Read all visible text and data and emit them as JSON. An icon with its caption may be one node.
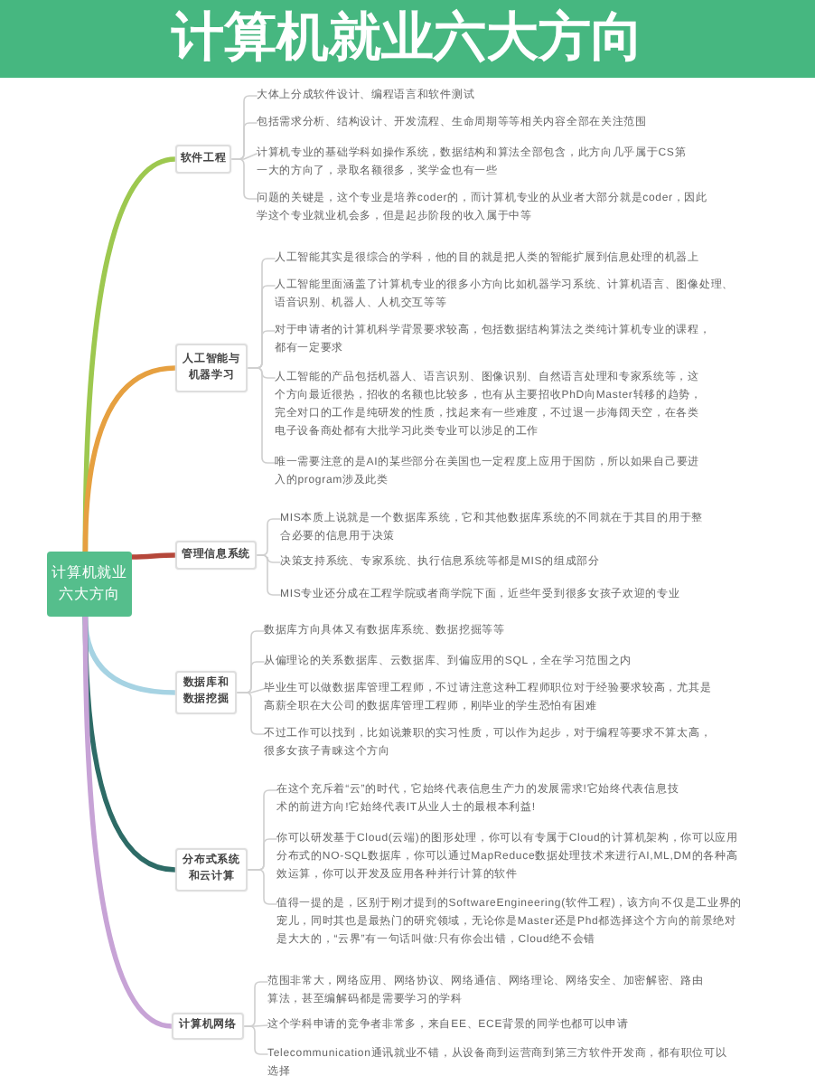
{
  "diagram": {
    "title": "计算机就业六大方向",
    "nodes": [
      {
        "text": [
          "计算机就业六大方向"
        ]
      },
      {
        "text": [
          "软件工程"
        ]
      },
      {
        "text": [
          "大体上分成软件设计、编程语言和软件测试"
        ]
      },
      {
        "text": [
          "包括需求分析、结构设计、开发流程、生命周期等等相关内容全部在关注范围"
        ]
      },
      {
        "text": [
          "计算机专业的基础学科如操作系统，数据结构和算法全部包含，此方向几乎属于CS第一大的方向了，录取名额很多，奖学金也有一些"
        ]
      },
      {
        "text": [
          "问题的关键是，这个专业是培养coder的，而计算机专业的从业者大部分就是coder，因此学这个专业就业机会多，但是起步阶段的收入属于中等"
        ]
      },
      {
        "text": [
          "人工智能与机器学习"
        ]
      },
      {
        "text": [
          "人工智能其实是很综合的学科，他的目的就是把人类的智能扩展到信息处理的机器上"
        ]
      },
      {
        "text": [
          "人工智能里面涵盖了计算机专业的很多小方向比如机器学习系统、计算机语言、图像处理、语音识别、机器人、人机交互等等"
        ]
      },
      {
        "text": [
          "对于申请者的计算机科学背景要求较高，包括数据结构算法之类纯计算机专业的课程，都有一定要求"
        ]
      },
      {
        "text": [
          "人工智能的产品包括机器人、语言识别、图像识别、自然语言处理和专家系统等，这个方向最近很热，招收的名额也比较多，也有从主要招收PhD向Master转移的趋势，完全对口的工作是纯研发的性质，找起来有一些难度，不过退一步海阔天空，在各类电子设备商处都有大批学习此类专业可以涉足的工作"
        ]
      },
      {
        "text": [
          "唯一需要注意的是AI的某些部分在美国也一定程度上应用于国防，所以如果自己要进入的program涉及此类"
        ]
      },
      {
        "text": [
          "管理信息系统"
        ]
      },
      {
        "text": [
          "MIS本质上说就是一个数据库系统，它和其他数据库系统的不同就在于其目的用于整合必要的信息用于决策"
        ]
      },
      {
        "text": [
          "决策支持系统、专家系统、执行信息系统等都是MIS的组成部分"
        ]
      },
      {
        "text": [
          "MIS专业还分成在工程学院或者商学院下面，近些年受到很多女孩子欢迎的专业"
        ]
      },
      {
        "text": [
          "数据库和数据挖掘"
        ]
      },
      {
        "text": [
          "数据库方向具体又有数据库系统、数据挖掘等等"
        ]
      },
      {
        "text": [
          "从偏理论的关系数据库、云数据库、到偏应用的SQL，全在学习范围之内"
        ]
      },
      {
        "text": [
          "毕业生可以做数据库管理工程师，不过请注意这种工程师职位对于经验要求较高，尤其是高薪全职在大公司的数据库管理工程师，刚毕业的学生恐怕有困难"
        ]
      },
      {
        "text": [
          "不过工作可以找到，比如说兼职的实习性质，可以作为起步，对于编程等要求不算太高，很多女孩子青睐这个方向"
        ]
      },
      {
        "text": [
          "分布式系统和云计算"
        ]
      },
      {
        "text": [
          "在这个充斥着“云”的时代，它始终代表信息生产力的发展需求!它始终代表信息技术的前进方向!它始终代表IT从业人士的最根本利益!"
        ]
      },
      {
        "text": [
          "你可以研发基于Cloud(云端)的图形处理，你可以有专属于Cloud的计算机架构，你可以应用分布式的NO-SQL数据库，你可以通过MapReduce数据处理技术来进行AI,ML,DM的各种高效运算，你可以开发及应用各种并行计算的软件"
        ]
      },
      {
        "text": [
          "值得一提的是，区别于刚才提到的SoftwareEngineering(软件工程)，该方向不仅是工业界的宠儿，同时其也是最热门的研究领域，无论你是Master还是Phd都选择这个方向的前景绝对是大大的，“云界”有一句话叫做:只有你会出错，Cloud绝不会错"
        ]
      },
      {
        "text": [
          "计算机网络"
        ]
      },
      {
        "text": [
          "范围非常大，网络应用、网络协议、网络通信、网络理论、网络安全、加密解密、路由算法，甚至编解码都是需要学习的学科"
        ]
      },
      {
        "text": [
          "这个学科申请的竞争者非常多，来自EE、ECE背景的同学也都可以申请"
        ]
      },
      {
        "text": [
          "Telecommunication通讯就业不错，从设备商到运营商到第三方软件开发商，都有职位可以选择"
        ]
      }
    ],
    "edges": [
      {
        "from": 0,
        "to": 1,
        "arrow": "none",
        "style": "thick",
        "color": "#9dc84f"
      },
      {
        "from": 0,
        "to": 6,
        "arrow": "none",
        "style": "thick",
        "color": "#e6a040"
      },
      {
        "from": 0,
        "to": 12,
        "arrow": "none",
        "style": "thick",
        "color": "#b5473a"
      },
      {
        "from": 0,
        "to": 16,
        "arrow": "none",
        "style": "thick",
        "color": "#a6d3e3"
      },
      {
        "from": 0,
        "to": 21,
        "arrow": "none",
        "style": "thick",
        "color": "#2d6b66"
      },
      {
        "from": 0,
        "to": 25,
        "arrow": "none",
        "style": "thick",
        "color": "#c7a3d6"
      },
      {
        "from": 1,
        "to": 2,
        "arrow": "none"
      },
      {
        "from": 1,
        "to": 3,
        "arrow": "none"
      },
      {
        "from": 1,
        "to": 4,
        "arrow": "none"
      },
      {
        "from": 1,
        "to": 5,
        "arrow": "none"
      },
      {
        "from": 6,
        "to": 7,
        "arrow": "none"
      },
      {
        "from": 6,
        "to": 8,
        "arrow": "none"
      },
      {
        "from": 6,
        "to": 9,
        "arrow": "none"
      },
      {
        "from": 6,
        "to": 10,
        "arrow": "none"
      },
      {
        "from": 6,
        "to": 11,
        "arrow": "none"
      },
      {
        "from": 12,
        "to": 13,
        "arrow": "none"
      },
      {
        "from": 12,
        "to": 14,
        "arrow": "none"
      },
      {
        "from": 12,
        "to": 15,
        "arrow": "none"
      },
      {
        "from": 16,
        "to": 17,
        "arrow": "none"
      },
      {
        "from": 16,
        "to": 18,
        "arrow": "none"
      },
      {
        "from": 16,
        "to": 19,
        "arrow": "none"
      },
      {
        "from": 16,
        "to": 20,
        "arrow": "none"
      },
      {
        "from": 21,
        "to": 22,
        "arrow": "none"
      },
      {
        "from": 21,
        "to": 23,
        "arrow": "none"
      },
      {
        "from": 21,
        "to": 24,
        "arrow": "none"
      },
      {
        "from": 25,
        "to": 26,
        "arrow": "none"
      },
      {
        "from": 25,
        "to": 27,
        "arrow": "none"
      },
      {
        "from": 25,
        "to": 28,
        "arrow": "none"
      }
    ]
  }
}
